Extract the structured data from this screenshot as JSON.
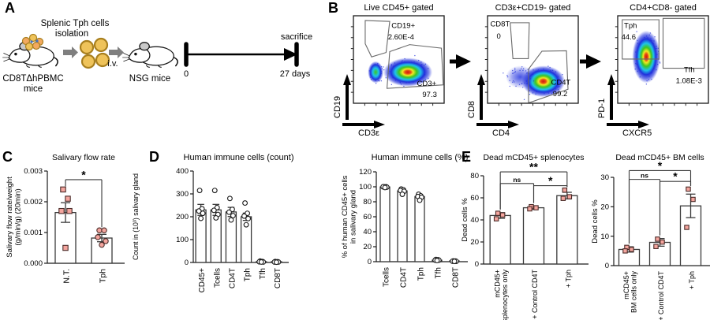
{
  "panels": {
    "A": {
      "label": "A",
      "isolation_line1": "Splenic Tph cells",
      "isolation_line2": "isolation",
      "mouse1_label_line1": "CD8TΔhPBMC",
      "mouse1_label_line2": "mice",
      "iv_label": "i.v.",
      "mouse2_label": "NSG mice",
      "timeline": {
        "start_label": "0",
        "end_label": "27 days",
        "event_label": "sacrifice"
      }
    },
    "B": {
      "label": "B",
      "plots": [
        {
          "title": "Live CD45+ gated",
          "xlabel": "CD3ε",
          "ylabel": "CD19",
          "gates": [
            {
              "name": "CD19+",
              "value": "2.60E-4"
            },
            {
              "name": "CD3+",
              "value": "97.3"
            }
          ]
        },
        {
          "title": "CD3ε+CD19- gated",
          "xlabel": "CD4",
          "ylabel": "CD8",
          "gates": [
            {
              "name": "CD8T",
              "value": "0"
            },
            {
              "name": "CD4T",
              "value": "99.2"
            }
          ]
        },
        {
          "title": "CD4+CD8- gated",
          "xlabel": "CXCR5",
          "ylabel": "PD-1",
          "gates": [
            {
              "name": "Tph",
              "value": "44.6"
            },
            {
              "name": "Tfh",
              "value": "1.08E-3"
            }
          ]
        }
      ]
    },
    "C": {
      "label": "C"
    },
    "D": {
      "label": "D"
    },
    "E": {
      "label": "E"
    }
  },
  "colors": {
    "marker_fill": "#f4a59e",
    "marker_stroke": "#4a2b28",
    "open_marker_fill": "#ffffff",
    "open_marker_stroke": "#1a1a1a",
    "flow_scatter_blue": "#2030dc",
    "gate_line_gray": "#6a6a6a",
    "schematic_arrow_gray": "#7f7f7f",
    "cell_yellow": "#efc35a",
    "cell_orange": "#f2a95f",
    "cell_outline": "#a87f1e",
    "ear_gray": "#c9c9c9"
  },
  "chart_data": [
    {
      "panel": "C",
      "name": "salivary-flow-rate",
      "type": "bar",
      "title": "Salivary flow rate",
      "ylabel": "Salivary flow rate/weight\n(g/min/g) (20min)",
      "categories": [
        "N.T.",
        "Tph"
      ],
      "values": [
        0.00165,
        0.00082
      ],
      "errors": [
        0.00032,
        0.00012
      ],
      "points": [
        [
          0.0024,
          0.0021,
          0.0017,
          0.0017,
          0.0005
        ],
        [
          0.00107,
          0.00107,
          0.00085,
          0.00072,
          0.0006
        ]
      ],
      "ylim": [
        0,
        0.003
      ],
      "yticks": [
        0,
        0.001,
        0.002,
        0.003
      ],
      "ytick_labels": [
        "0.000",
        "0.001",
        "0.002",
        "0.003"
      ],
      "significance": [
        {
          "between": [
            0,
            1
          ],
          "label": "*",
          "y": 0.00272
        }
      ]
    },
    {
      "panel": "D",
      "name": "human-immune-cells-count",
      "type": "bar",
      "title": "Human immune cells (count)",
      "ylabel": "Count in (10³) salivary gland",
      "categories": [
        "CD45+",
        "Tcells",
        "CD4T",
        "Tph",
        "Tfh",
        "CD8T"
      ],
      "values": [
        230,
        230,
        221,
        200,
        3.5,
        2.5
      ],
      "errors": [
        24,
        24,
        20,
        16,
        1.5,
        1
      ],
      "points": [
        [
          315,
          235,
          225,
          215,
          193
        ],
        [
          315,
          240,
          228,
          210,
          195
        ],
        [
          280,
          232,
          220,
          205,
          186
        ],
        [
          260,
          215,
          203,
          192,
          165
        ],
        [
          6,
          4,
          3,
          2,
          2
        ],
        [
          4,
          3,
          2,
          2,
          1
        ]
      ],
      "ylim": [
        0,
        400
      ],
      "yticks": [
        0,
        100,
        200,
        300,
        400
      ]
    },
    {
      "panel": "D",
      "name": "human-immune-cells-percent",
      "type": "bar",
      "title": "Human immune cells (%)",
      "ylabel": "% of human CD45+ cells\nin salivary gland",
      "categories": [
        "Tcells",
        "CD4T",
        "Tph",
        "Tfh",
        "CD8T"
      ],
      "values": [
        99.8,
        94.5,
        87,
        2,
        0.7
      ],
      "errors": [
        0.4,
        1.5,
        2,
        0.8,
        0.4
      ],
      "points": [
        [
          100,
          100,
          100,
          99.5,
          99
        ],
        [
          97,
          96,
          95,
          94,
          90
        ],
        [
          90,
          88,
          87,
          86,
          82
        ],
        [
          3,
          2.5,
          2,
          2,
          1.5
        ],
        [
          1,
          0.8,
          0.6,
          0.5,
          0.4
        ]
      ],
      "ylim": [
        0,
        120
      ],
      "yticks": [
        0,
        20,
        40,
        60,
        80,
        100,
        120
      ]
    },
    {
      "panel": "E",
      "name": "dead-mcd45-splenocytes",
      "type": "bar",
      "title": "Dead mCD45+ splenocytes",
      "ylabel": "Dead cells %",
      "categories": [
        "mCD45+\nsplenocytes only",
        "+ Control CD4T",
        "+ Tph"
      ],
      "values": [
        44,
        51,
        62
      ],
      "errors": [
        2.6,
        1.4,
        3
      ],
      "points": [
        [
          46,
          44.5,
          41
        ],
        [
          52,
          51,
          50
        ],
        [
          67,
          61,
          59.5
        ]
      ],
      "ylim": [
        0,
        80
      ],
      "yticks": [
        0,
        20,
        40,
        60,
        80
      ],
      "significance": [
        {
          "between": [
            0,
            2
          ],
          "label": "**",
          "y": 83.5
        },
        {
          "between": [
            0,
            1
          ],
          "label": "ns",
          "y": 73
        },
        {
          "between": [
            1,
            2
          ],
          "label": "*",
          "y": 71
        }
      ]
    },
    {
      "panel": "E",
      "name": "dead-mcd45-bm-cells",
      "type": "bar",
      "title": "Dead mCD45+ BM cells",
      "ylabel": "Dead cells %",
      "categories": [
        "mCD45+\nBM cells only",
        "+ Control CD4T",
        "+ Tph"
      ],
      "values": [
        5.5,
        7.9,
        20.3
      ],
      "errors": [
        0.9,
        1.3,
        4
      ],
      "points": [
        [
          6.2,
          5.5,
          5
        ],
        [
          9,
          8,
          6.5
        ],
        [
          26,
          22.5,
          13
        ]
      ],
      "ylim": [
        0,
        30
      ],
      "yticks": [
        0,
        10,
        20,
        30
      ],
      "significance": [
        {
          "between": [
            0,
            2
          ],
          "label": "*",
          "y": 32.3
        },
        {
          "between": [
            0,
            1
          ],
          "label": "ns",
          "y": 29.3
        },
        {
          "between": [
            1,
            2
          ],
          "label": "*",
          "y": 28.6
        }
      ]
    }
  ]
}
